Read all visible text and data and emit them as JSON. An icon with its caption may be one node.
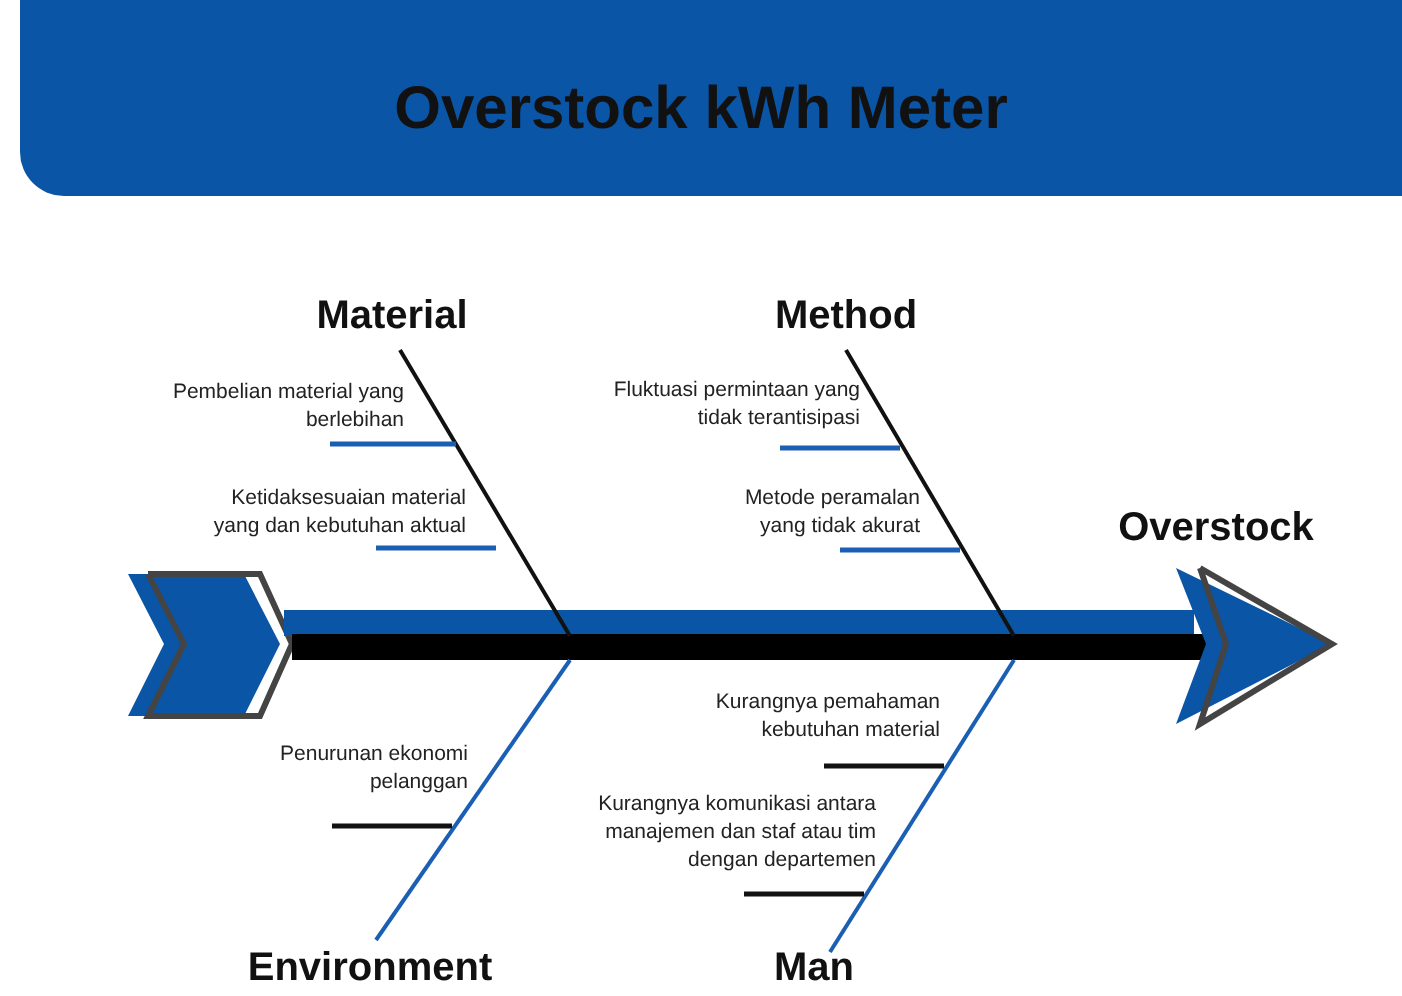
{
  "diagram": {
    "title": "Overstock kWh Meter",
    "nodes": [
      {
        "text": [
          "Material"
        ]
      },
      {
        "text": [
          "Method"
        ]
      },
      {
        "text": [
          "Overstock"
        ]
      },
      {
        "text": [
          "Environment"
        ]
      },
      {
        "text": [
          "Man"
        ]
      }
    ],
    "edges": [],
    "labels": [
      "Pembelian material yang berlebihan",
      "Ketidaksesuaian material yang dan kebutuhan aktual",
      "Fluktuasi permintaan yang tidak terantisipasi",
      "Metode peramalan yang tidak akurat",
      "Kurangnya pemahaman kebutuhan material",
      "Penurunan ekonomi pelanggan",
      "Kurangnya komunikasi antara manajemen dan staf atau tim dengan departemen"
    ]
  }
}
